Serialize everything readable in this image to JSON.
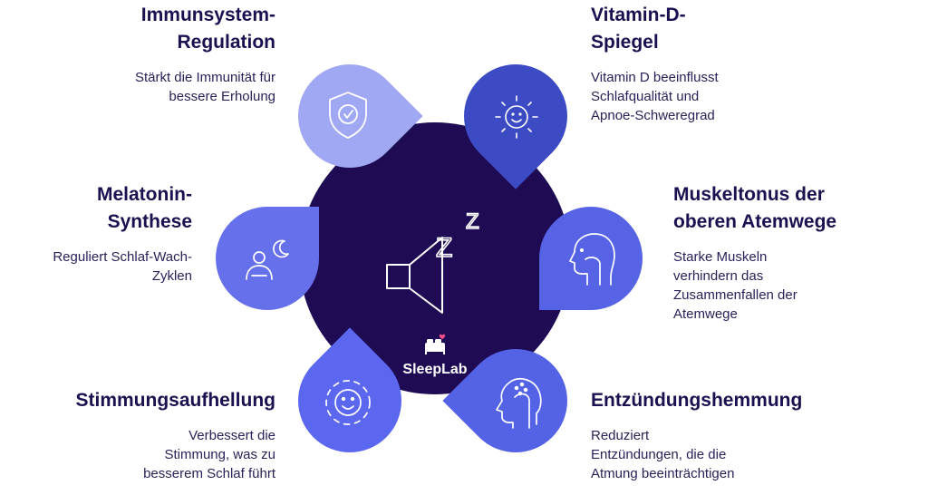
{
  "colors": {
    "center": "#1e0b54",
    "immun": "#a0a8f4",
    "vitd": "#3c4bc4",
    "mela": "#6670ea",
    "muskel": "#5563e4",
    "stimm": "#5b67ee",
    "entz": "#5463e6",
    "title": "#1c1150",
    "text": "#2a2158"
  },
  "center": {
    "icon": "snoring-speaker-icon",
    "letters": [
      "Z",
      "Z"
    ],
    "logo": {
      "icon": "bed-heart-icon",
      "text": "SleepLab"
    }
  },
  "blocks": {
    "immun": {
      "title": "Immunsystem-\nRegulation",
      "desc": "Stärkt die Immunität für\nbessere Erholung",
      "icon": "shield-check-icon"
    },
    "vitd": {
      "title": "Vitamin-D-\nSpiegel",
      "desc": "Vitamin D beeinflusst\nSchlafqualität und\nApnoe-Schweregrad",
      "icon": "sun-smile-icon"
    },
    "mela": {
      "title": "Melatonin-\nSynthese",
      "desc": "Reguliert Schlaf-Wach-\nZyklen",
      "icon": "person-moon-icon"
    },
    "muskel": {
      "title": "Muskeltonus der\noberen Atemwege",
      "desc": "Starke Muskeln\nverhindern das\nZusammenfallen der\nAtemwege",
      "icon": "head-airway-icon"
    },
    "stimm": {
      "title": "Stimmungsaufhellung",
      "desc": "Verbessert die\nStimmung, was zu\nbesserem Schlaf führt",
      "icon": "smiley-face-icon"
    },
    "entz": {
      "title": "Entzündungshemmung",
      "desc": "Reduziert\nEntzündungen, die die\nAtmung beeinträchtigen",
      "icon": "inflamed-head-icon"
    }
  }
}
